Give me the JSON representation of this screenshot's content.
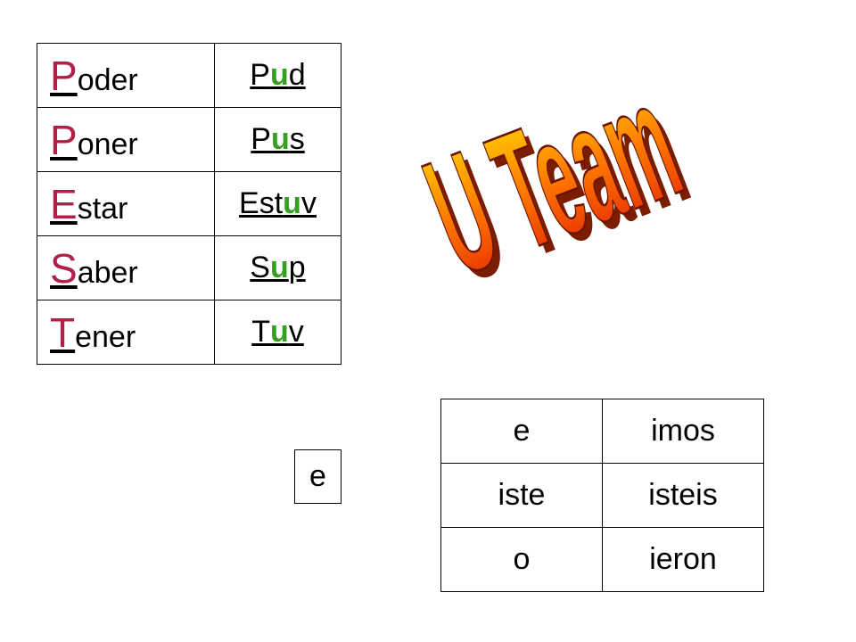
{
  "verbs": [
    {
      "initial": "P",
      "rest": "oder",
      "stem_pre": "P",
      "stem_u": "u",
      "stem_post": "d"
    },
    {
      "initial": "P",
      "rest": "oner",
      "stem_pre": "P",
      "stem_u": "u",
      "stem_post": "s"
    },
    {
      "initial": "E",
      "rest": "star",
      "stem_pre": "Est",
      "stem_u": "u",
      "stem_post": "v"
    },
    {
      "initial": "S",
      "rest": "aber",
      "stem_pre": "S",
      "stem_u": "u",
      "stem_post": "p"
    },
    {
      "initial": "T",
      "rest": "ener",
      "stem_pre": "T",
      "stem_u": "u",
      "stem_post": "v"
    }
  ],
  "title_art": "U Team",
  "single_ending": "e",
  "endings": [
    [
      "e",
      "imos"
    ],
    [
      "iste",
      "isteis"
    ],
    [
      "o",
      "ieron"
    ]
  ],
  "colors": {
    "initial_letter": "#b02048",
    "highlight_u": "#33a020",
    "wordart_top": "#ffe800",
    "wordart_mid": "#ff7a00",
    "wordart_bottom": "#e21a00"
  }
}
